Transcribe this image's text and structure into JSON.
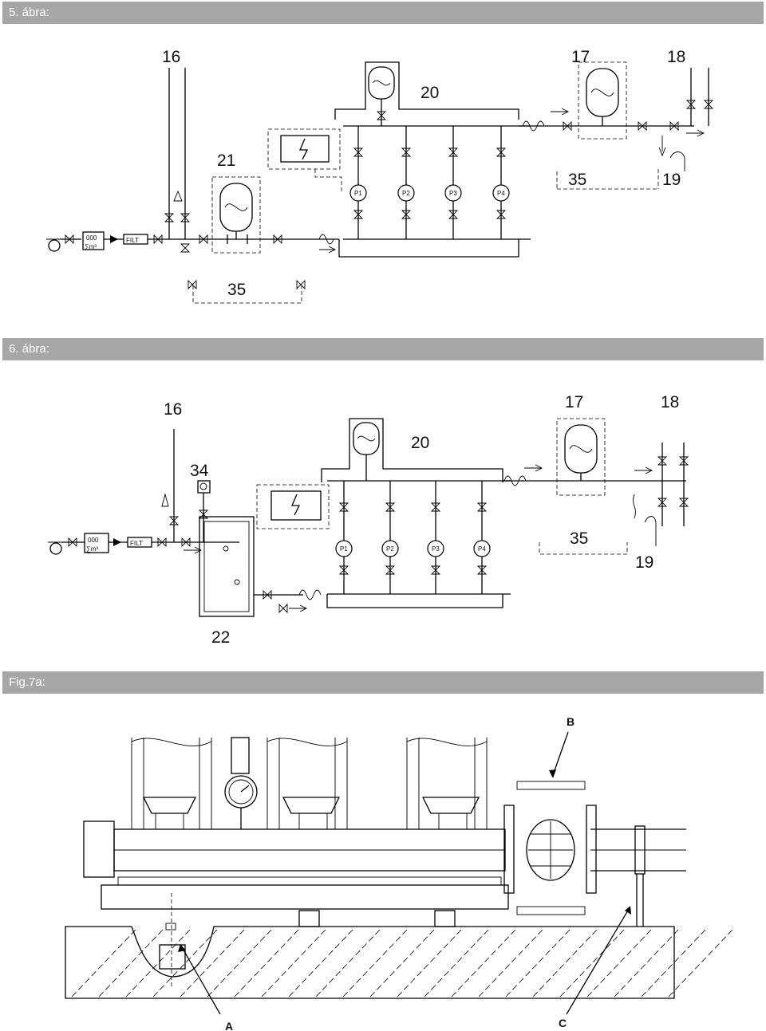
{
  "figures": [
    {
      "title": "5. ábra:",
      "labels": {
        "l16": "16",
        "l17": "17",
        "l18": "18",
        "l20": "20",
        "l21": "21",
        "l35a": "35",
        "l19": "19",
        "l35b": "35"
      },
      "pumps": [
        "P1",
        "P2",
        "P3",
        "P4"
      ],
      "meter_top": "000",
      "meter_bottom": "∑m³",
      "filter": "FILT"
    },
    {
      "title": "6. ábra:",
      "labels": {
        "l16": "16",
        "l17": "17",
        "l18": "18",
        "l20": "20",
        "l34": "34",
        "l35": "35",
        "l19": "19",
        "l22": "22"
      },
      "pumps": [
        "P1",
        "P2",
        "P3",
        "P4"
      ],
      "meter_top": "000",
      "meter_bottom": "∑m³",
      "filter": "FILT"
    },
    {
      "title": "Fig.7a:",
      "labels": {
        "lB": "B",
        "lA": "A",
        "lC": "C"
      }
    }
  ]
}
